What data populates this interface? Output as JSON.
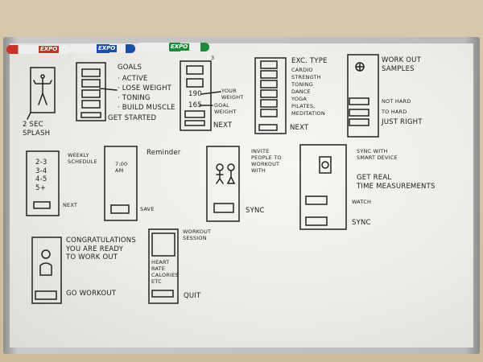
{
  "markers": [
    {
      "name": "red-marker",
      "color": "#c7322a",
      "label": "EXPO"
    },
    {
      "name": "blue-marker",
      "color": "#1e4fa3",
      "label": "EXPO"
    },
    {
      "name": "green-marker",
      "color": "#1f8a3c",
      "label": "EXPO"
    }
  ],
  "sketches": {
    "splash": {
      "label": "2 sec\nsplash"
    },
    "goals": {
      "title": "Goals",
      "items": [
        "· Active",
        "· Lose weight",
        "· Toning",
        "· Build muscle"
      ],
      "button": "Get started"
    },
    "weight": {
      "current": "190",
      "goal": "165",
      "current_label": "Your\nweight",
      "goal_label": "Goal\nweight",
      "button": "Next",
      "page": "3"
    },
    "exercise_type": {
      "title": "Exc. Type",
      "items": [
        "Cardio",
        "Strength",
        "Toning",
        "Dance",
        "Yoga",
        "Pilates,",
        "Meditation"
      ],
      "button": "Next"
    },
    "workout_samples": {
      "title": "Work out\nsamples",
      "options": [
        "Not hard",
        "To hard",
        "Just right"
      ]
    },
    "weekly_schedule": {
      "title": "Weekly\nschedule",
      "options": "2-3\n3-4\n4-5\n5+",
      "button": "Next"
    },
    "reminder": {
      "title": "Reminder",
      "time": "7:00\nAM",
      "button": "Save"
    },
    "invite": {
      "title": "Invite\npeople to\nworkout\nwith",
      "button": "Sync"
    },
    "smart_device": {
      "title": "Sync with\nsmart device",
      "subtitle": "Get real\ntime measurements",
      "buttons": [
        "Watch",
        "Sync"
      ]
    },
    "congrats": {
      "title": "Congratulations\nyou are ready\nto work out",
      "button": "Go workout"
    },
    "workout_session": {
      "title": "Workout\nsession",
      "metrics": "Heart\nrate\ncalories\netc",
      "button": "Quit"
    }
  }
}
